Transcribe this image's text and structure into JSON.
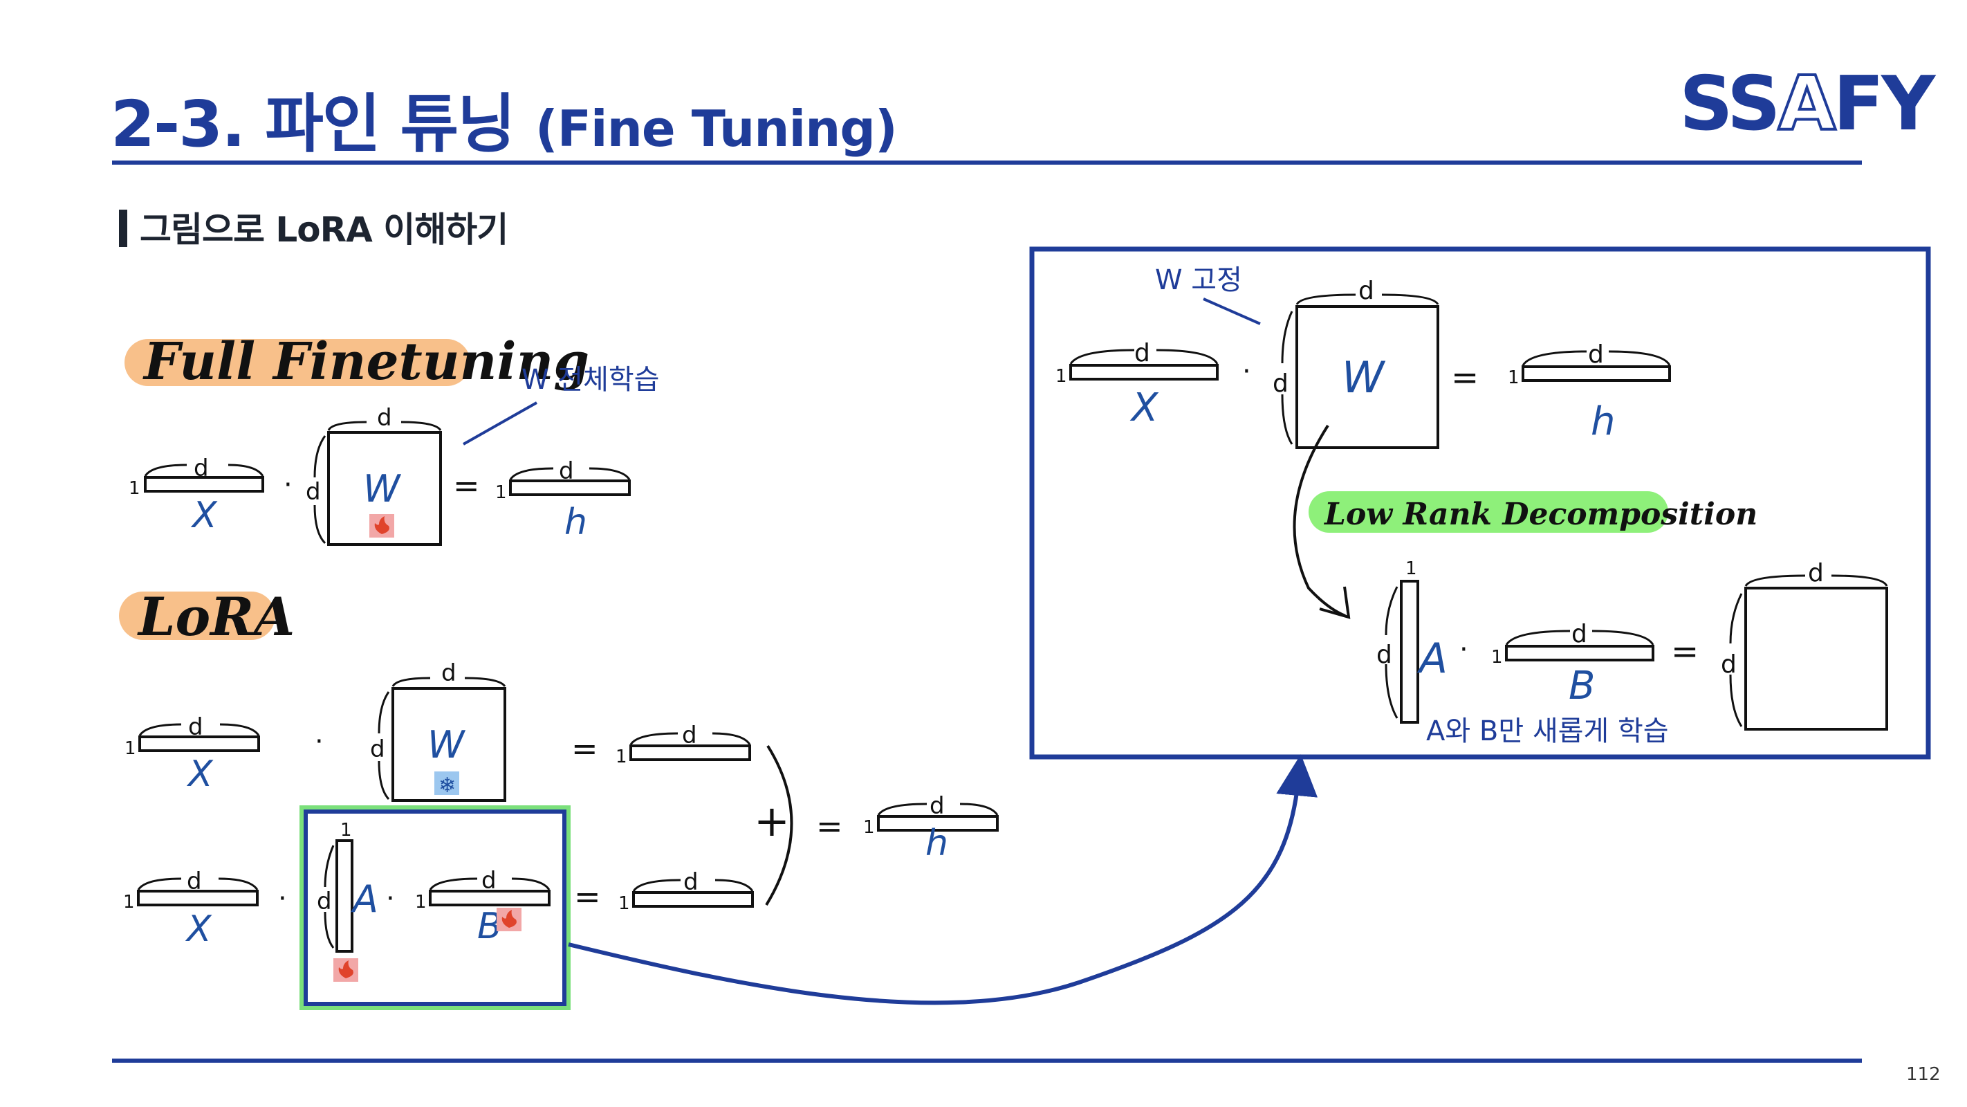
{
  "header": {
    "title_main": "2-3. 파인 튜닝",
    "title_paren": "(Fine Tuning)",
    "logo_part1": "SS",
    "logo_part2": "A",
    "logo_part3": "FY"
  },
  "subtitle": "그림으로 LoRA 이해하기",
  "labels": {
    "full_finetuning": "Full Finetuning",
    "lora": "LoRA",
    "w_full_train": "W 전체학습",
    "w_fixed": "W 고정",
    "low_rank": "Low Rank Decomposition",
    "ab_train": "A와 B만 새롭게 학습"
  },
  "symbols": {
    "x": "X",
    "w": "W",
    "h": "h",
    "a": "A",
    "b": "B",
    "d": "d",
    "one": "1",
    "dot": "·",
    "eq": "=",
    "plus": "+"
  },
  "colors": {
    "brand_blue": "#1f3c99",
    "orange_highlight": "#f8c08a",
    "green_highlight": "#8ef07a",
    "lora_box_green": "#7be07b",
    "fire_badge": "#f2a7a7",
    "snow_badge": "#9cc7ef"
  },
  "page_number": "112"
}
